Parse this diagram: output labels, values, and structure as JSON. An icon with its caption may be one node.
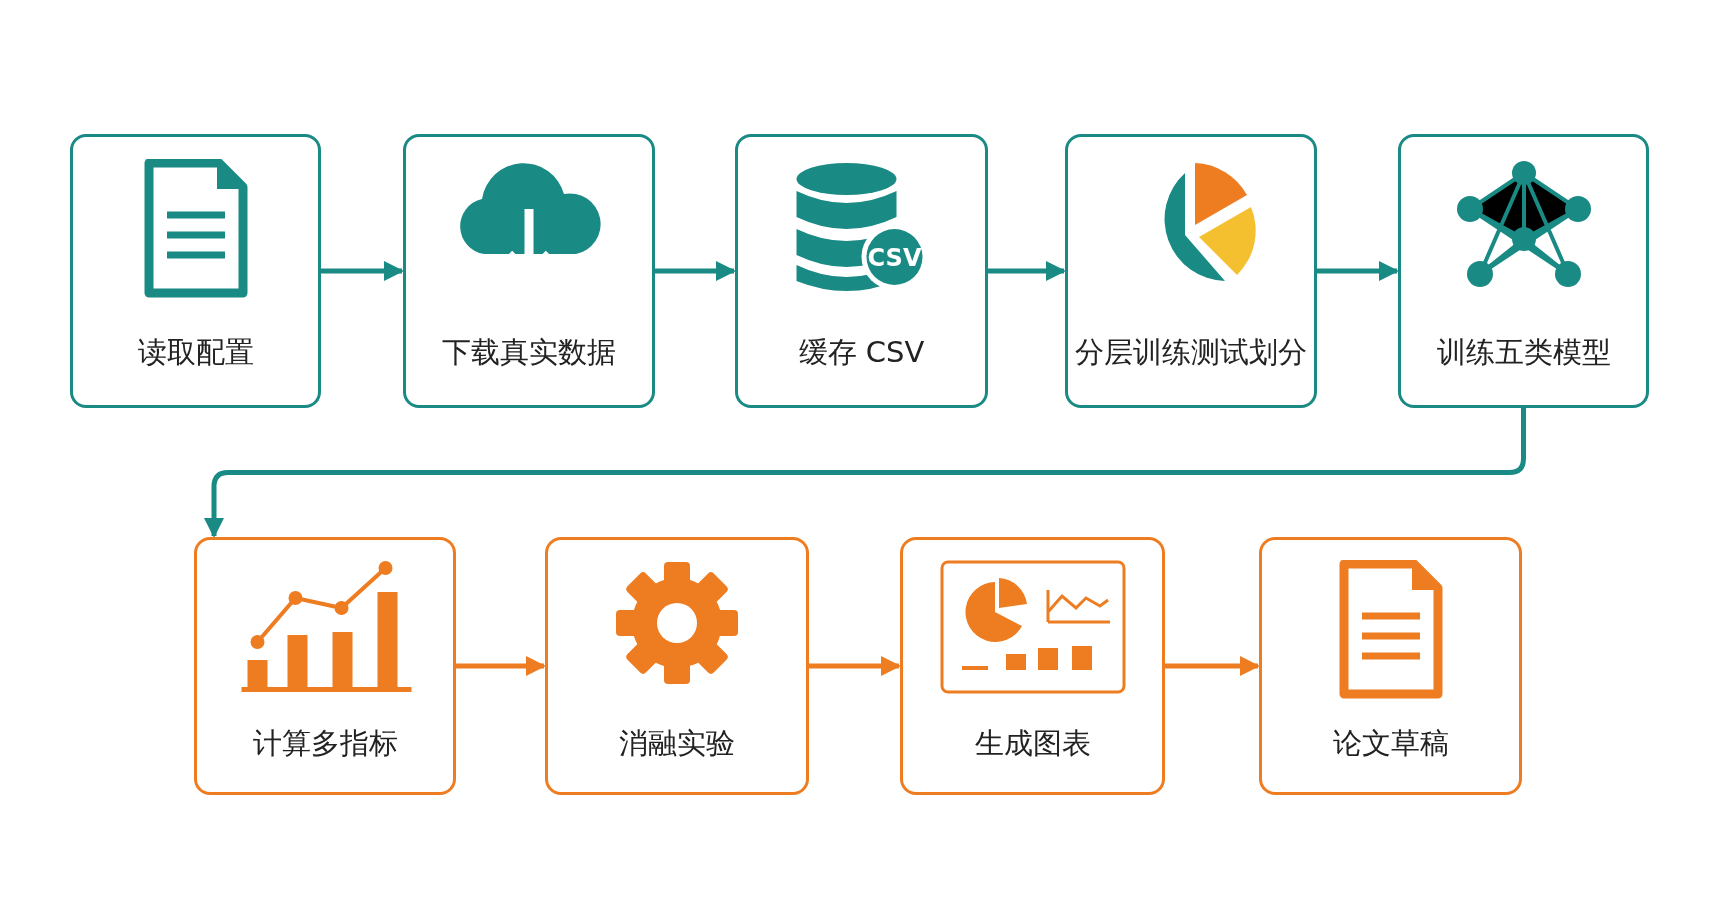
{
  "diagram": {
    "nodes": [
      {
        "text": [
          "读取配置"
        ]
      },
      {
        "text": [
          "下载真实数据"
        ]
      },
      {
        "text": [
          "缓存 CSV"
        ]
      },
      {
        "text": [
          "分层训练测试划分"
        ]
      },
      {
        "text": [
          "训练五类模型"
        ]
      },
      {
        "text": [
          "计算多指标"
        ]
      },
      {
        "text": [
          "消融实验"
        ]
      },
      {
        "text": [
          "生成图表"
        ]
      },
      {
        "text": [
          "论文草稿"
        ]
      }
    ],
    "edges": [
      {
        "from": 0,
        "to": 1,
        "arrow": "to"
      },
      {
        "from": 1,
        "to": 2,
        "arrow": "to"
      },
      {
        "from": 2,
        "to": 3,
        "arrow": "to"
      },
      {
        "from": 3,
        "to": 4,
        "arrow": "to"
      },
      {
        "from": 4,
        "to": 5,
        "arrow": "to"
      },
      {
        "from": 5,
        "to": 6,
        "arrow": "to",
        "color": "#ee7d22"
      },
      {
        "from": 6,
        "to": 7,
        "arrow": "to",
        "color": "#ee7d22"
      },
      {
        "from": 7,
        "to": 8,
        "arrow": "to",
        "color": "#ee7d22"
      }
    ],
    "labels": [
      "CSV"
    ]
  }
}
